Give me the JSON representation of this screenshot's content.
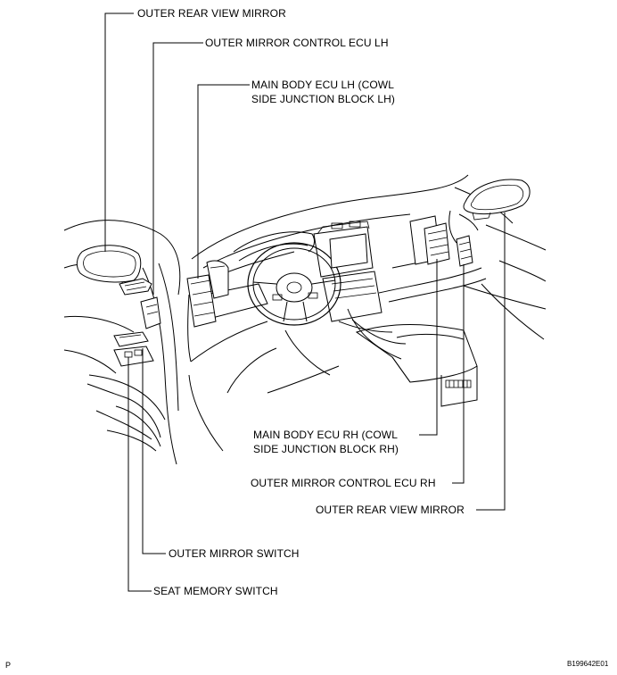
{
  "labels": {
    "outer_rear_view_mirror_lh": "OUTER REAR VIEW MIRROR",
    "outer_mirror_control_ecu_lh": "OUTER MIRROR CONTROL ECU LH",
    "main_body_ecu_lh_line1": "MAIN BODY ECU LH (COWL",
    "main_body_ecu_lh_line2": "SIDE JUNCTION BLOCK LH)",
    "main_body_ecu_rh_line1": "MAIN BODY ECU RH (COWL",
    "main_body_ecu_rh_line2": "SIDE JUNCTION BLOCK RH)",
    "outer_mirror_control_ecu_rh": "OUTER MIRROR CONTROL ECU RH",
    "outer_rear_view_mirror_rh": "OUTER REAR VIEW MIRROR",
    "outer_mirror_switch": "OUTER MIRROR SWITCH",
    "seat_memory_switch": "SEAT MEMORY SWITCH"
  },
  "footer": {
    "page_marker": "P",
    "figure_code": "B199642E01"
  }
}
